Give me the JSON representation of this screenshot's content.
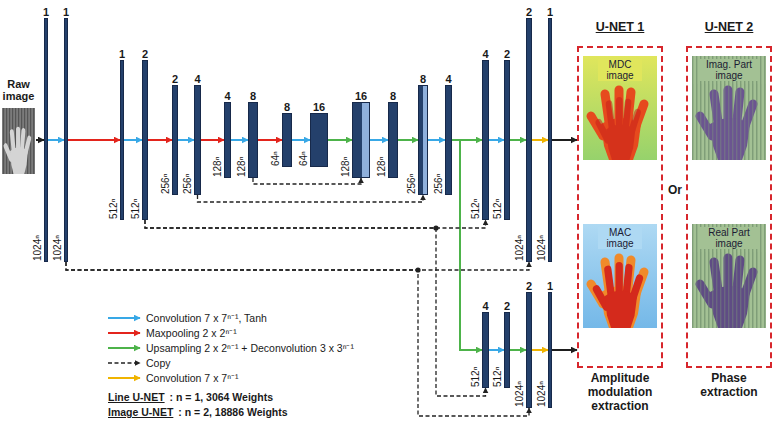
{
  "diagram": {
    "nodes": [
      {
        "text": [
          "Raw image"
        ]
      },
      {
        "text": [
          "1",
          "1024ⁿ"
        ]
      },
      {
        "text": [
          "1",
          "1024ⁿ"
        ]
      },
      {
        "text": [
          "1",
          "512ⁿ"
        ]
      },
      {
        "text": [
          "2",
          "512ⁿ"
        ]
      },
      {
        "text": [
          "2",
          "256ⁿ"
        ]
      },
      {
        "text": [
          "4",
          "256ⁿ"
        ]
      },
      {
        "text": [
          "4",
          "128ⁿ"
        ]
      },
      {
        "text": [
          "8",
          "128ⁿ"
        ]
      },
      {
        "text": [
          "8",
          "64ⁿ"
        ]
      },
      {
        "text": [
          "16",
          "64ⁿ"
        ]
      },
      {
        "text": [
          "16",
          "128ⁿ"
        ]
      },
      {
        "text": [
          "8",
          "128ⁿ"
        ]
      },
      {
        "text": [
          "8",
          "256ⁿ"
        ]
      },
      {
        "text": [
          "4",
          "256ⁿ"
        ]
      },
      {
        "text": [
          "4",
          "512ⁿ"
        ]
      },
      {
        "text": [
          "2",
          "512ⁿ"
        ]
      },
      {
        "text": [
          "2",
          "1024ⁿ"
        ]
      },
      {
        "text": [
          "1",
          "1024ⁿ"
        ]
      },
      {
        "text": [
          "4",
          "512ⁿ"
        ]
      },
      {
        "text": [
          "2",
          "512ⁿ"
        ]
      },
      {
        "text": [
          "2",
          "1024ⁿ"
        ]
      },
      {
        "text": [
          "1",
          "1024ⁿ"
        ]
      },
      {
        "text": [
          "U-NET 1",
          "Amplitude modulation extraction"
        ]
      },
      {
        "text": [
          "MDC image"
        ],
        "in": 23
      },
      {
        "text": [
          "MAC image"
        ],
        "in": 23
      },
      {
        "text": [
          "U-NET 2",
          "Phase extraction"
        ]
      },
      {
        "text": [
          "Imag. Part image"
        ],
        "in": 26
      },
      {
        "text": [
          "Real Part image"
        ],
        "in": 26
      }
    ],
    "edges": [
      {
        "from": 0,
        "to": 1,
        "arrow": "to"
      },
      {
        "from": 1,
        "to": 2,
        "arrow": "to"
      },
      {
        "from": 2,
        "to": 3,
        "arrow": "to"
      },
      {
        "from": 3,
        "to": 4,
        "arrow": "to"
      },
      {
        "from": 4,
        "to": 5,
        "arrow": "to"
      },
      {
        "from": 5,
        "to": 6,
        "arrow": "to"
      },
      {
        "from": 6,
        "to": 7,
        "arrow": "to"
      },
      {
        "from": 7,
        "to": 8,
        "arrow": "to"
      },
      {
        "from": 8,
        "to": 9,
        "arrow": "to"
      },
      {
        "from": 9,
        "to": 10,
        "arrow": "to"
      },
      {
        "from": 10,
        "to": 11,
        "arrow": "to"
      },
      {
        "from": 11,
        "to": 12,
        "arrow": "to"
      },
      {
        "from": 12,
        "to": 13,
        "arrow": "to"
      },
      {
        "from": 13,
        "to": 14,
        "arrow": "to"
      },
      {
        "from": 14,
        "to": 15,
        "arrow": "to"
      },
      {
        "from": 15,
        "to": 16,
        "arrow": "to"
      },
      {
        "from": 16,
        "to": 17,
        "arrow": "to"
      },
      {
        "from": 17,
        "to": 18,
        "arrow": "to"
      },
      {
        "from": 18,
        "to": 23,
        "arrow": "to"
      },
      {
        "from": 14,
        "to": 19,
        "arrow": "to"
      },
      {
        "from": 19,
        "to": 20,
        "arrow": "to"
      },
      {
        "from": 20,
        "to": 21,
        "arrow": "to"
      },
      {
        "from": 21,
        "to": 22,
        "arrow": "to"
      },
      {
        "from": 22,
        "to": 23,
        "arrow": "to"
      },
      {
        "from": 8,
        "to": 11,
        "arrow": "to"
      },
      {
        "from": 6,
        "to": 13,
        "arrow": "to"
      },
      {
        "from": 4,
        "to": 15,
        "arrow": "to"
      },
      {
        "from": 4,
        "to": 19,
        "arrow": "to"
      },
      {
        "from": 2,
        "to": 17,
        "arrow": "to"
      },
      {
        "from": 2,
        "to": 21,
        "arrow": "to"
      }
    ],
    "labels": [
      "Or",
      "Line U-NET",
      ": n = 1, 3064 Weights",
      "Image U-NET",
      ": n = 2, 18886 Weights"
    ],
    "legend": [
      {
        "text": "Convolution 7 x 7ⁿ⁻¹, Tanh"
      },
      {
        "text": "Maxpooling 2 x 2ⁿ⁻¹"
      },
      {
        "text": "Upsampling 2 x 2ⁿ⁻¹ + Deconvolution 3 x 3ⁿ⁻¹"
      },
      {
        "text": "Copy"
      },
      {
        "text": "Convolution 7 x 7ⁿ⁻¹"
      }
    ]
  }
}
